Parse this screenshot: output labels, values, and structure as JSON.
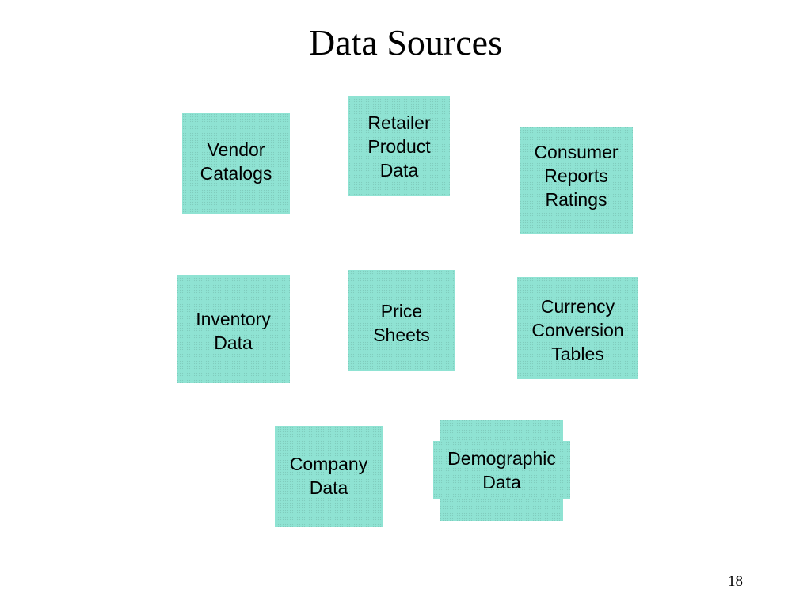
{
  "slide": {
    "title": "Data Sources",
    "page_number": "18",
    "box_color": "#8fe3d3"
  },
  "sources": {
    "vendor_catalogs": "Vendor\nCatalogs",
    "retailer_product_data": "Retailer\nProduct\nData",
    "consumer_reports_ratings": "Consumer\nReports\nRatings",
    "inventory_data": "Inventory\nData",
    "price_sheets": "Price\nSheets",
    "currency_conversion_tables": "Currency\nConversion\nTables",
    "company_data": "Company\nData",
    "demographic_data": "Demographic\nData"
  }
}
